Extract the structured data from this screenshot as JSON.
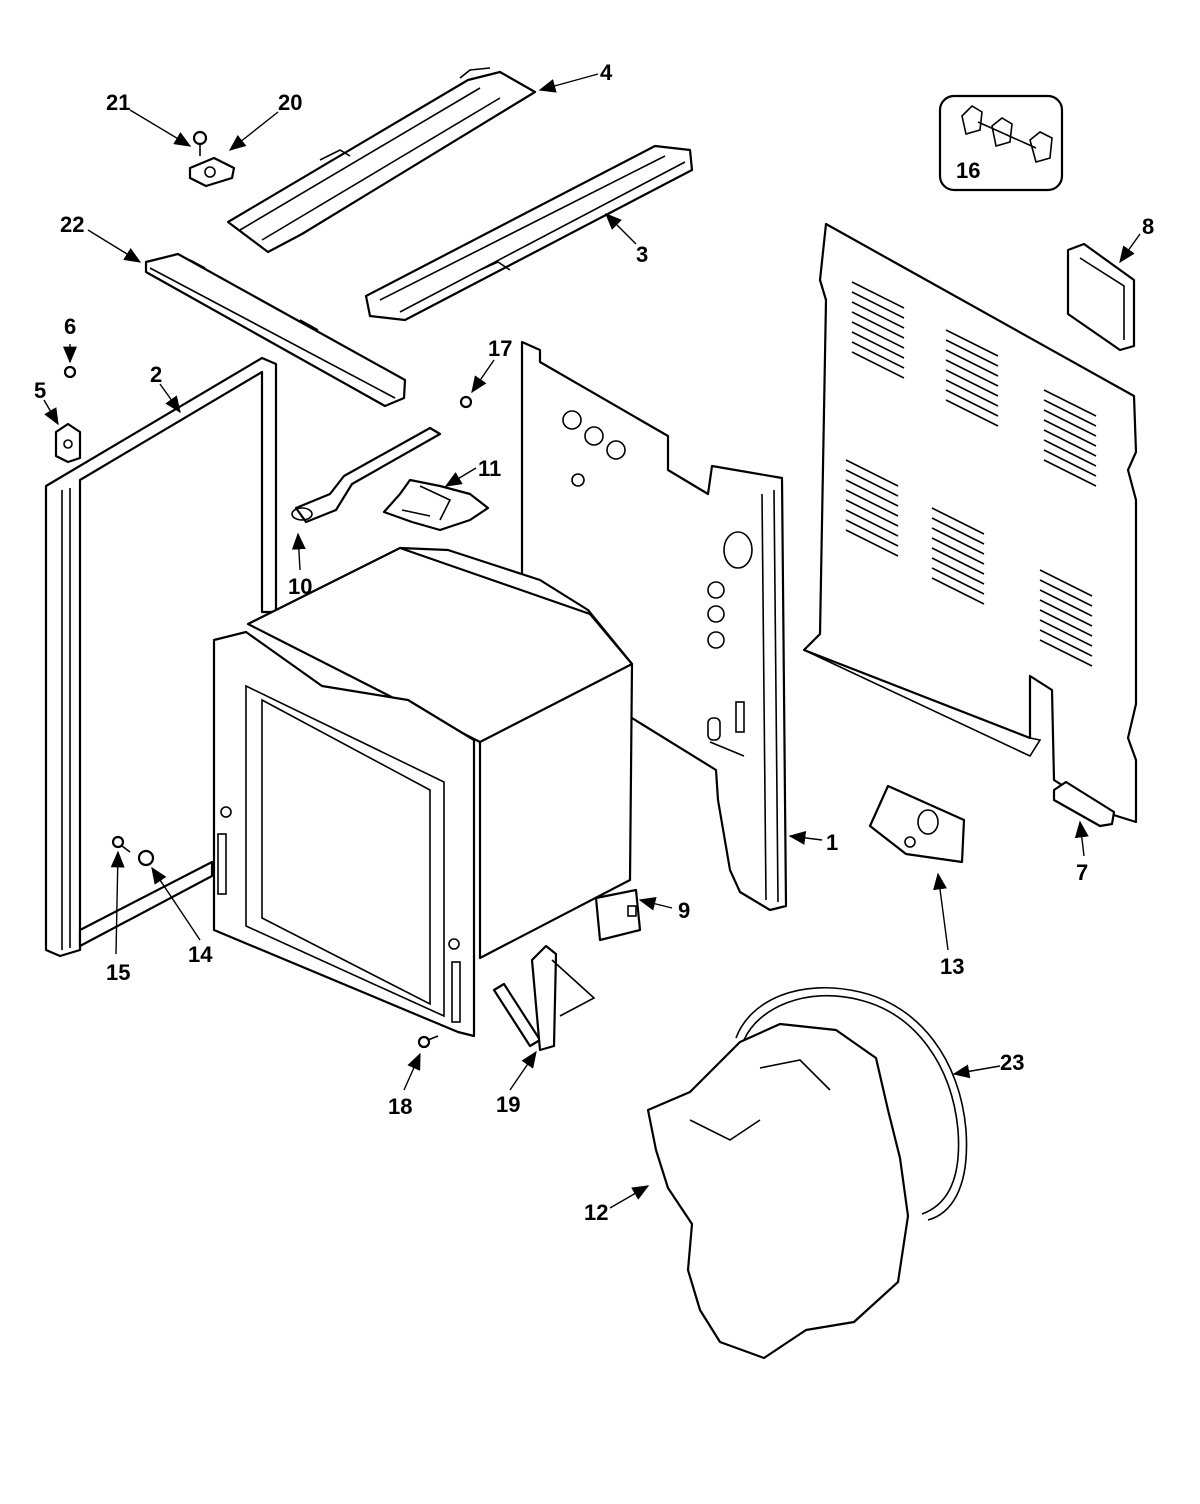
{
  "labels": {
    "p1": "1",
    "p2": "2",
    "p3": "3",
    "p4": "4",
    "p5": "5",
    "p6": "6",
    "p7": "7",
    "p8": "8",
    "p9": "9",
    "p10": "10",
    "p11": "11",
    "p12": "12",
    "p13": "13",
    "p14": "14",
    "p15": "15",
    "p16": "16",
    "p17": "17",
    "p18": "18",
    "p19": "19",
    "p20": "20",
    "p21": "21",
    "p22": "22",
    "p23": "23"
  }
}
